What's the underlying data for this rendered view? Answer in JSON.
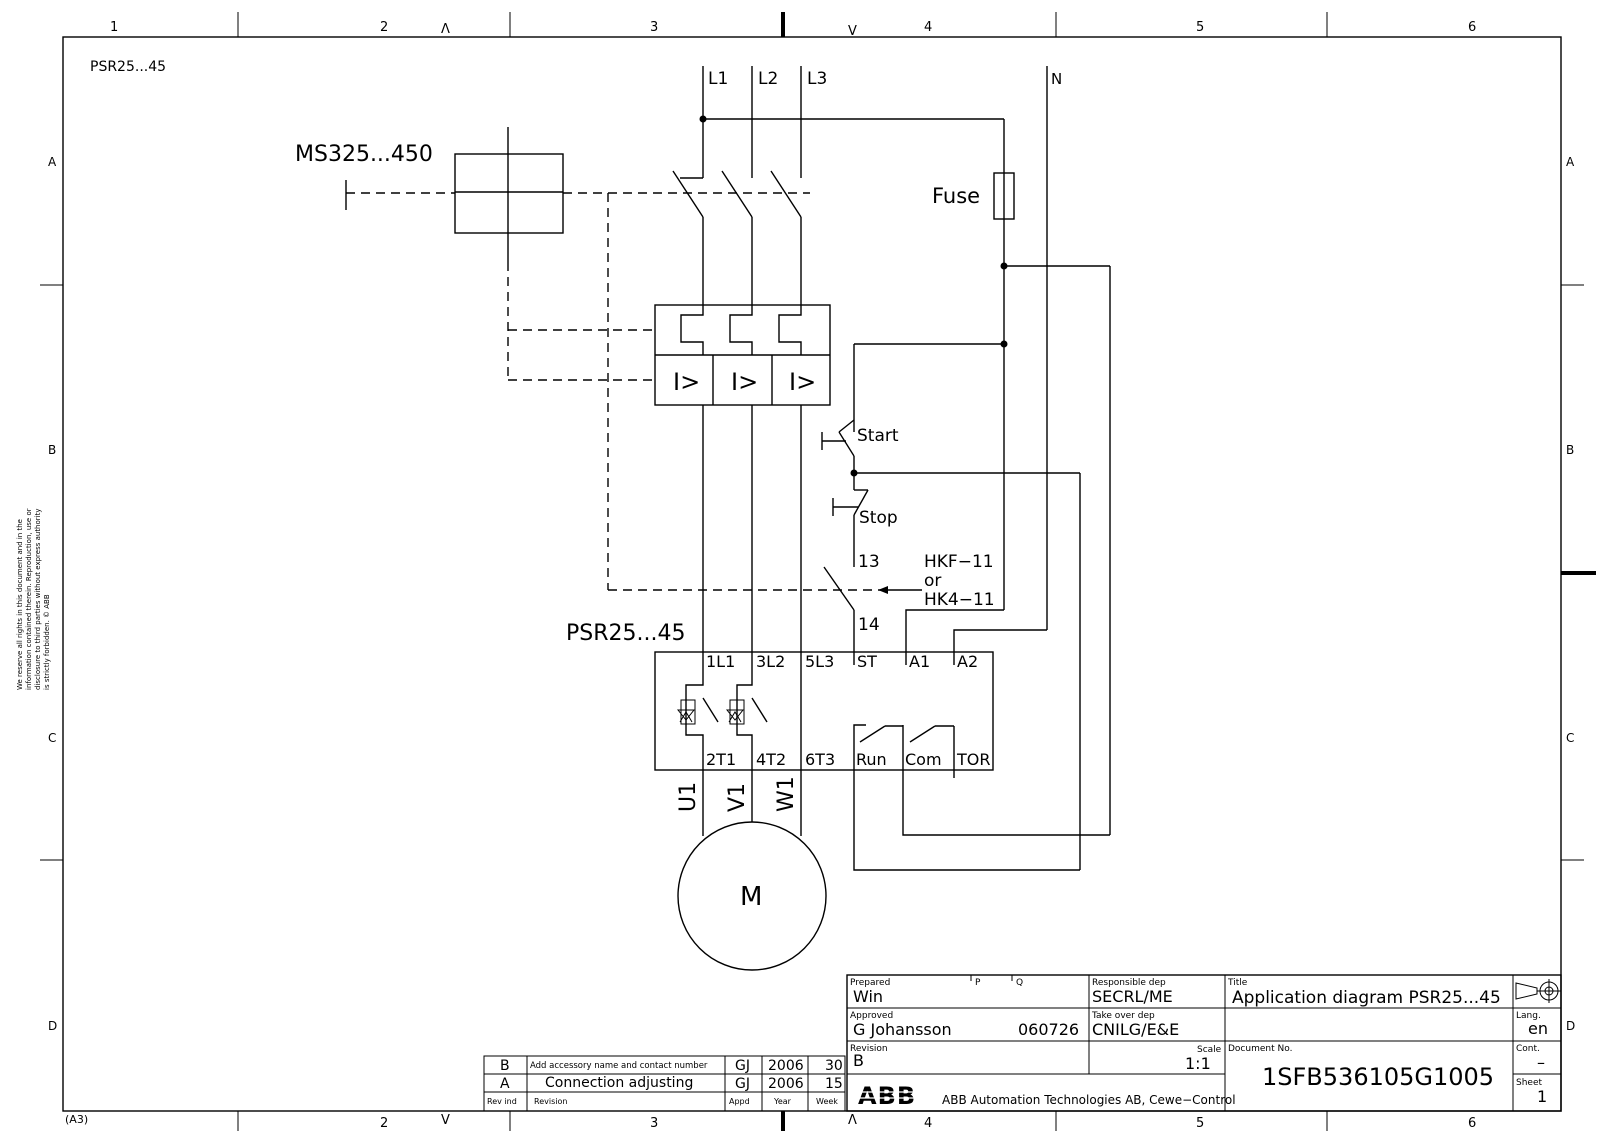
{
  "frame": {
    "top_columns": [
      "1",
      "2",
      "3",
      "4",
      "5",
      "6"
    ],
    "bottom_columns": [
      "2",
      "3",
      "4",
      "5",
      "6"
    ],
    "rows": [
      "A",
      "B",
      "C",
      "D"
    ],
    "paper_size": "(A3)",
    "corner_label": "PSR25...45",
    "marks": {
      "lambda": "Λ",
      "vee": "V"
    }
  },
  "copyright": [
    "We reserve all rights in this document and in the",
    "information contained therein. Reproduction, use or",
    "disclosure to third parties without express authority",
    "is strictly forbidden. © ABB"
  ],
  "supply": {
    "l1": "L1",
    "l2": "L2",
    "l3": "L3",
    "n": "N"
  },
  "breaker_label": "MS325...450",
  "fuse_label": "Fuse",
  "overload_symbol": "I>",
  "start_label": "Start",
  "stop_label": "Stop",
  "aux_contact": {
    "top": "13",
    "bottom": "14",
    "name1": "HKF−11",
    "or": "or",
    "name2": "HK4−11"
  },
  "softstarter": {
    "label": "PSR25...45",
    "top_terminals": [
      "1L1",
      "3L2",
      "5L3",
      "ST",
      "A1",
      "A2"
    ],
    "bottom_terminals": [
      "2T1",
      "4T2",
      "6T3",
      "Run",
      "Com",
      "TOR"
    ]
  },
  "motor": {
    "label": "M",
    "phases": [
      "U1",
      "V1",
      "W1"
    ]
  },
  "title_block": {
    "prepared_caption": "Prepared",
    "prepared": "Win",
    "p_caption": "P",
    "q_caption": "Q",
    "approved_caption": "Approved",
    "approved": "G Johansson",
    "approved_date": "060726",
    "revision_caption": "Revision",
    "revision": "B",
    "resp_dep_caption": "Responsible dep",
    "resp_dep": "SECRL/ME",
    "take_over_caption": "Take over dep",
    "take_over": "CNILG/E&E",
    "scale_caption": "Scale",
    "scale": "1:1",
    "title_caption": "Title",
    "title": "Application diagram PSR25...45",
    "lang_caption": "Lang.",
    "lang": "en",
    "doc_caption": "Document No.",
    "doc_no": "1SFB536105G1005",
    "cont_caption": "Cont.",
    "cont": "–",
    "sheet_caption": "Sheet",
    "sheet": "1",
    "logo": "ABB",
    "company": "ABB Automation Technologies AB, Cewe−Control"
  },
  "revisions": {
    "headers": {
      "rev": "Rev ind",
      "revision": "Revision",
      "appd": "Appd",
      "year": "Year",
      "week": "Week"
    },
    "rows": [
      {
        "rev": "B",
        "revision": "Add accessory name and contact number",
        "appd": "GJ",
        "year": "2006",
        "week": "30"
      },
      {
        "rev": "A",
        "revision": "Connection adjusting",
        "appd": "GJ",
        "year": "2006",
        "week": "15"
      }
    ]
  }
}
